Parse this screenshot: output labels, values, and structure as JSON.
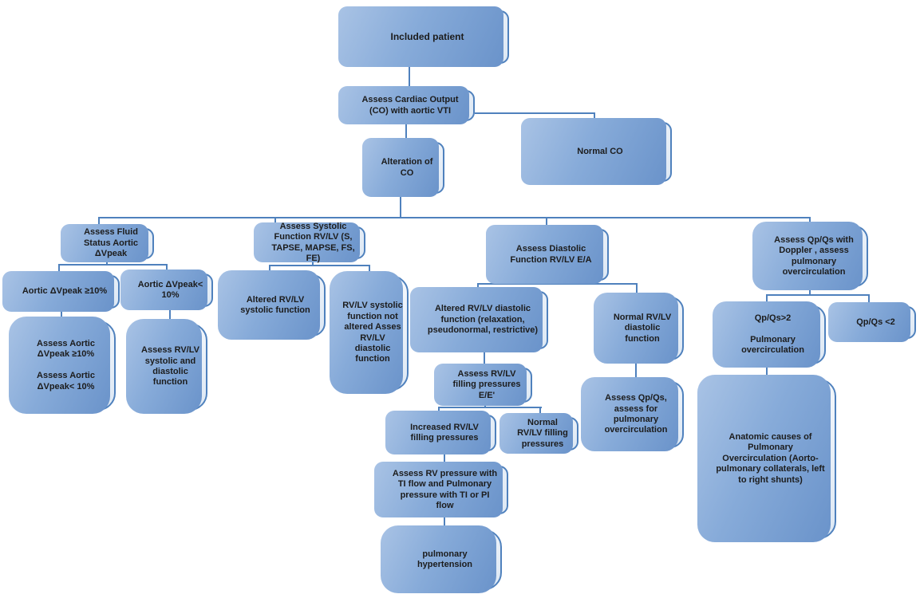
{
  "diagram": {
    "type": "flowchart",
    "topic": "Echocardiographic assessment of cardiac output alteration",
    "colors": {
      "node_border": "#4f81bd",
      "node_fill_top": "#fdfeff",
      "node_fill_bottom": "#dde8f4",
      "node_shadow": "#87abd9",
      "connector": "#4f81bd",
      "text": "#1c1c1c",
      "background": "#ffffff"
    },
    "nodes": {
      "included_patient": {
        "text": "Included patient"
      },
      "assess_co": {
        "text": "Assess Cardiac  Output\n(CO) with aortic  VTI"
      },
      "alteration_co": {
        "text": "Alteration of\nCO"
      },
      "normal_co": {
        "text": "Normal CO"
      },
      "fluid_status": {
        "text": "Assess Fluid\nStatus  Aortic\nΔVpeak"
      },
      "aortic_ge10": {
        "text": "Aortic ΔVpeak ≥10%"
      },
      "aortic_lt10": {
        "text": "Aortic ΔVpeak<\n10%"
      },
      "assess_aortic_both": {
        "text": "Assess  Aortic\nΔVpeak ≥10%\n\nAssess Aortic\nΔVpeak< 10%"
      },
      "assess_rvlv_sys_dia": {
        "text": "Assess RV/LV\nsystolic and\ndiastolic\nfunction"
      },
      "systolic_fn": {
        "text": "Assess Systolic\nFunction RV/LV (S,\nTAPSE, MAPSE,  FS,\nFE)"
      },
      "altered_systolic": {
        "text": "Altered RV/LV\nsystolic function"
      },
      "rvlv_not_altered": {
        "text": "RV/LV systolic\nfunction not\naltered Asses\nRV/LV\ndiastolic\nfunction"
      },
      "diastolic_fn": {
        "text": "Assess Diastolic\nFunction RV/LV E/A"
      },
      "altered_diastolic": {
        "text": "Altered  RV/LV diastolic\nfunction (relaxation,\npseudonormal, restrictive)"
      },
      "normal_diastolic": {
        "text": "Normal RV/LV\ndiastolic\nfunction"
      },
      "filling_pressures": {
        "text": "Assess RV/LV\nfilling pressures\nE/E'"
      },
      "increased_filling": {
        "text": "Increased RV/LV\nfilling pressures"
      },
      "normal_filling": {
        "text": "Normal\nRV/LV filling\npressures"
      },
      "assess_rv_pressure": {
        "text": "Assess RV pressure with\nTI flow and Pulmonary\npressure with TI or PI\nflow"
      },
      "pulm_htn": {
        "text": "pulmonary\nhypertension"
      },
      "assess_qpqs_overcirc": {
        "text": "Assess Qp/Qs,\nassess for\npulmonary\novercirculation"
      },
      "qpqs_doppler": {
        "text": "Assess Qp/Qs with\nDoppler , assess\npulmonary\novercirculation"
      },
      "qpqs_gt2": {
        "text": "Qp/Qs>2\n\nPulmonary\novercirculation"
      },
      "qpqs_lt2": {
        "text": "Qp/Qs <2"
      },
      "anatomic_causes": {
        "text": "Anatomic causes  of\nPulmonary\nOvercirculation (Aorto-\npulmonary collaterals,  left\nto right shunts)"
      }
    },
    "edges": [
      [
        "included_patient",
        "assess_co"
      ],
      [
        "assess_co",
        "normal_co"
      ],
      [
        "assess_co",
        "alteration_co"
      ],
      [
        "alteration_co",
        "fluid_status"
      ],
      [
        "alteration_co",
        "systolic_fn"
      ],
      [
        "alteration_co",
        "diastolic_fn"
      ],
      [
        "alteration_co",
        "qpqs_doppler"
      ],
      [
        "fluid_status",
        "aortic_ge10"
      ],
      [
        "fluid_status",
        "aortic_lt10"
      ],
      [
        "aortic_ge10",
        "assess_aortic_both"
      ],
      [
        "aortic_lt10",
        "assess_rvlv_sys_dia"
      ],
      [
        "systolic_fn",
        "altered_systolic"
      ],
      [
        "systolic_fn",
        "rvlv_not_altered"
      ],
      [
        "diastolic_fn",
        "altered_diastolic"
      ],
      [
        "diastolic_fn",
        "normal_diastolic"
      ],
      [
        "altered_diastolic",
        "filling_pressures"
      ],
      [
        "filling_pressures",
        "increased_filling"
      ],
      [
        "filling_pressures",
        "normal_filling"
      ],
      [
        "increased_filling",
        "assess_rv_pressure"
      ],
      [
        "assess_rv_pressure",
        "pulm_htn"
      ],
      [
        "normal_diastolic",
        "assess_qpqs_overcirc"
      ],
      [
        "qpqs_doppler",
        "qpqs_gt2"
      ],
      [
        "qpqs_doppler",
        "qpqs_lt2"
      ],
      [
        "qpqs_gt2",
        "anatomic_causes"
      ]
    ]
  }
}
